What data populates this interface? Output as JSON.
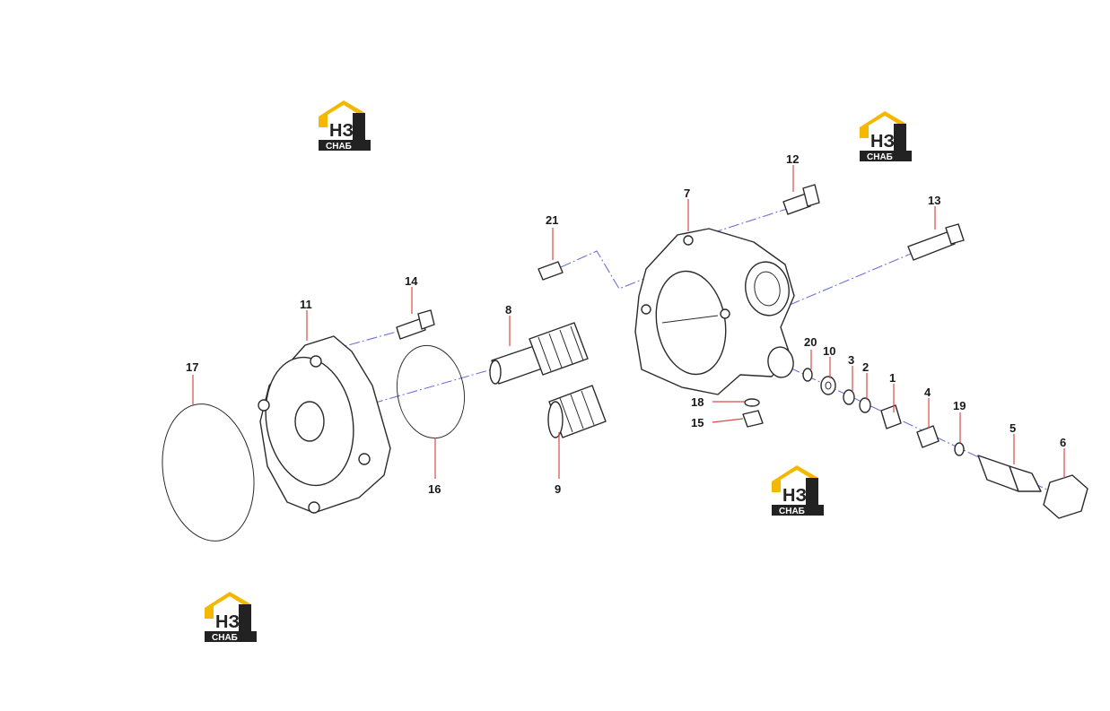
{
  "watermark": {
    "logo_letters": "НЗ",
    "logo_caption": "СНАБ",
    "brand_yellow": "#f5b800",
    "brand_dark": "#222222"
  },
  "callouts": {
    "c1": "1",
    "c2": "2",
    "c3": "3",
    "c4": "4",
    "c5": "5",
    "c6": "6",
    "c7": "7",
    "c8": "8",
    "c9": "9",
    "c10": "10",
    "c11": "11",
    "c12": "12",
    "c13": "13",
    "c14": "14",
    "c15": "15",
    "c16": "16",
    "c17": "17",
    "c18": "18",
    "c19": "19",
    "c20": "20",
    "c21": "21"
  },
  "colors": {
    "axis_line": "#6b74d6",
    "leader_line": "#d94a4a",
    "outline": "#2b2b2b"
  }
}
